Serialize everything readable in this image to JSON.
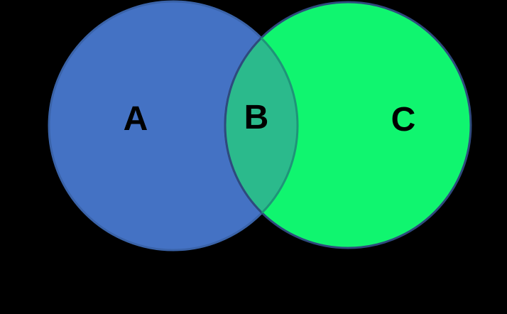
{
  "diagram": {
    "type": "venn-2-set",
    "background_color": "#000000",
    "label_color": "#000000",
    "sets": [
      {
        "label": "A",
        "fill": "#4472C4",
        "stroke": "#3A63A9"
      },
      {
        "label": "C",
        "fill": "#10F56F",
        "stroke": "#2E4A7D"
      }
    ],
    "intersection": {
      "label": "B",
      "fill": "#2BBA8C",
      "left_edge_stroke": "#2E4A7D",
      "right_edge_stroke": "#1F9478"
    }
  }
}
